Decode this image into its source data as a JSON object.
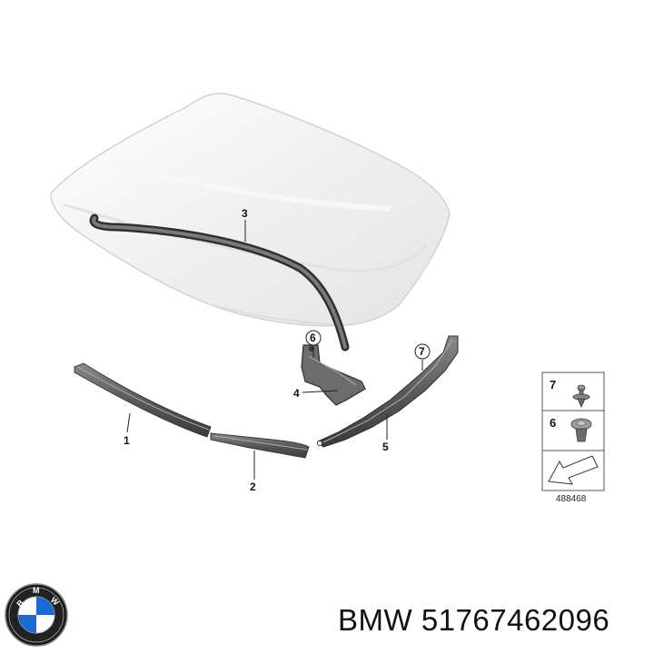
{
  "callouts": {
    "hood_seal": "3",
    "clip_upper": "6",
    "bracket": "4",
    "clip_right": "7",
    "left_strip": "1",
    "center_strip": "2",
    "right_seal": "5"
  },
  "legend": {
    "item_top": "7",
    "item_bottom": "6"
  },
  "diagram_id": "488468",
  "caption": {
    "brand": "BMW",
    "part_number": "51767462096"
  },
  "colors": {
    "hood_fill": "#f1f1f1",
    "hood_edge": "#cfcfcf",
    "seal": "#555555",
    "logo_blue": "#1c69d4",
    "logo_ring": "#111111"
  }
}
